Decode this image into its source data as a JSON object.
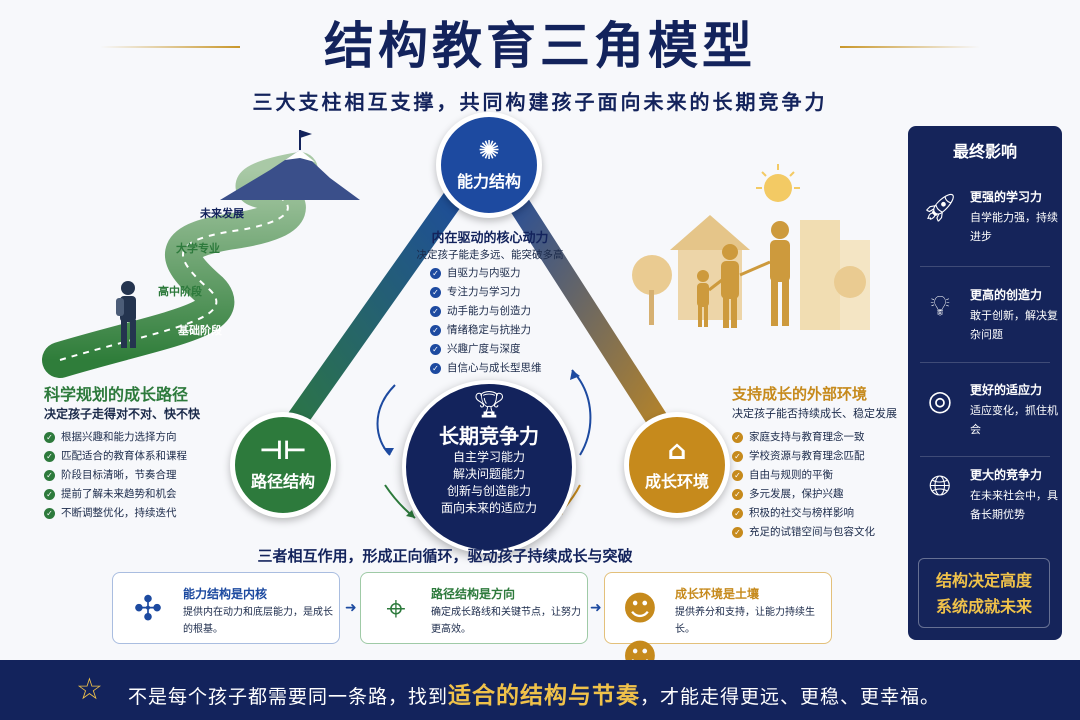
{
  "title": "结构教育三角模型",
  "subtitle": "三大支柱相互支撑，共同构建孩子面向未来的长期竞争力",
  "ability": {
    "label": "能力结构",
    "icon": "brain-icon",
    "head": "内在驱动的核心动力",
    "sub": "决定孩子能走多远、能突破多高",
    "items": [
      "自驱力与内驱力",
      "专注力与学习力",
      "动手能力与创造力",
      "情绪稳定与抗挫力",
      "兴趣广度与深度",
      "自信心与成长型思维"
    ]
  },
  "path": {
    "label": "路径结构",
    "icon": "signpost-icon",
    "stages": [
      "未来发展",
      "大学专业",
      "高中阶段",
      "基础阶段"
    ],
    "head": "科学规划的成长路径",
    "sub": "决定孩子走得对不对、快不快",
    "items": [
      "根据兴趣和能力选择方向",
      "匹配适合的教育体系和课程",
      "阶段目标清晰，节奏合理",
      "提前了解未来趋势和机会",
      "不断调整优化，持续迭代"
    ]
  },
  "environment": {
    "label": "成长环境",
    "icon": "school-icon",
    "head": "支持成长的外部环境",
    "sub": "决定孩子能否持续成长、稳定发展",
    "items": [
      "家庭支持与教育理念一致",
      "学校资源与教育理念匹配",
      "自由与规则的平衡",
      "多元发展，保护兴趣",
      "积极的社交与榜样影响",
      "充足的试错空间与包容文化"
    ]
  },
  "core": {
    "icon": "trophy-icon",
    "title": "长期竞争力",
    "items": [
      "自主学习能力",
      "解决问题能力",
      "创新与创造能力",
      "面向未来的适应力"
    ]
  },
  "cycle_text": "三者相互作用，形成正向循环，驱动孩子持续成长与突破",
  "cards": [
    {
      "icon": "puzzle-icon",
      "title": "能力结构是内核",
      "desc": "提供内在动力和底层能力，是成长的根基。",
      "color": "#1d4aa0"
    },
    {
      "icon": "map-route-icon",
      "title": "路径结构是方向",
      "desc": "确定成长路线和关键节点，让努力更高效。",
      "color": "#2d7a3c"
    },
    {
      "icon": "people-icon",
      "title": "成长环境是土壤",
      "desc": "提供养分和支持，让能力持续生长。",
      "color": "#c68a1c"
    }
  ],
  "sidebar": {
    "title": "最终影响",
    "items": [
      {
        "icon": "rocket-icon",
        "head": "更强的学习力",
        "desc": "自学能力强，持续进步"
      },
      {
        "icon": "lightbulb-icon",
        "head": "更高的创造力",
        "desc": "敢于创新，解决复杂问题"
      },
      {
        "icon": "target-icon",
        "head": "更好的适应力",
        "desc": "适应变化，抓住机会"
      },
      {
        "icon": "globe-icon",
        "head": "更大的竞争力",
        "desc": "在未来社会中，具备长期优势"
      }
    ],
    "box_line1": "结构决定高度",
    "box_line2": "系统成就未来"
  },
  "footer": {
    "pre": "不是每个孩子都需要同一条路，找到",
    "highlight": "适合的结构与节奏",
    "post": "，才能走得更远、更稳、更幸福。"
  },
  "colors": {
    "navy": "#13235c",
    "blue": "#1d4aa0",
    "green": "#2d7a3c",
    "gold": "#c68a1c",
    "accent": "#f0c24a"
  }
}
